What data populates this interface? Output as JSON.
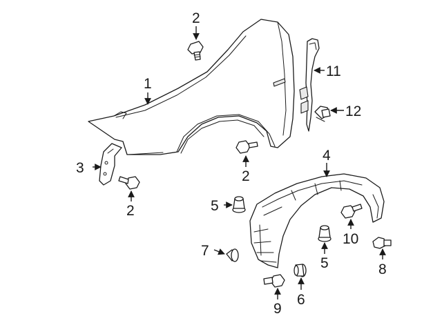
{
  "callouts": {
    "c1": "1",
    "c2a": "2",
    "c2b": "2",
    "c2c": "2",
    "c3": "3",
    "c4": "4",
    "c5a": "5",
    "c5b": "5",
    "c6": "6",
    "c7": "7",
    "c8": "8",
    "c9": "9",
    "c10": "10",
    "c11": "11",
    "c12": "12"
  }
}
